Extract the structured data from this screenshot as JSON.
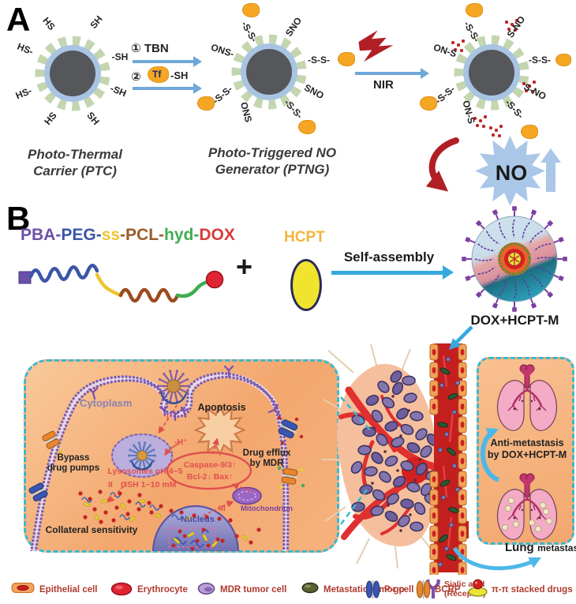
{
  "panel_a": {
    "label": "A",
    "step1": "① TBN",
    "step2_circ": "②",
    "step2_tf": "Tf",
    "step2_sh": "-SH",
    "ptc_caption": [
      "Photo-Thermal",
      "Carrier (PTC)"
    ],
    "ptng_caption": [
      "Photo-Triggered NO",
      "Generator (PTNG)"
    ],
    "nir": "NIR",
    "no": "NO",
    "ptc_ligands": [
      "HS",
      "SH",
      "HS-",
      "-SH",
      "HS-",
      "-SH",
      "HS",
      "SH"
    ],
    "ptng_ligands": [
      "-S-S-",
      "SNO",
      "ONS-",
      "-S-S-",
      "SNO",
      "-S-S-",
      "ONS",
      "-S-S-"
    ],
    "ptng2_ligands": [
      "-S-S-",
      "S-NO",
      "ON-S",
      "-S-S-",
      "S-NO",
      "-S-S-",
      "ON-S",
      "-S-S-"
    ]
  },
  "panel_b": {
    "label": "B",
    "polymer_segments": [
      {
        "text": "PBA-",
        "color": "#6a51a8"
      },
      {
        "text": "PEG-",
        "color": "#3b55a8"
      },
      {
        "text": "ss",
        "color": "#eec431"
      },
      {
        "text": "-PCL-",
        "color": "#9c5a28"
      },
      {
        "text": "hyd-",
        "color": "#3fae4f"
      },
      {
        "text": "DOX",
        "color": "#d93a3a"
      }
    ],
    "plus": "+",
    "hcpt": "HCPT",
    "self_assembly": "Self-assembly",
    "micelle_label": "DOX+HCPT-M"
  },
  "cell": {
    "cytoplasm": "Cytoplasm",
    "bypass": [
      "Bypass",
      "drug pumps"
    ],
    "collateral": "Collateral sensitivity",
    "lysosomes": "Lysosomes pH 4~5",
    "step1": "I",
    "step2": "II",
    "step3": "III",
    "gsh": "GSH 1~10 mM",
    "h_plus": "-H⁺",
    "apoptosis": "Apoptosis",
    "caspase_line1": "Caspase-9/3↑",
    "caspase_line2": "Bcl-2↓  Bax↑",
    "drug_efflux": [
      "Drug efflux",
      "by MDR"
    ],
    "nucleus": "Nucleus",
    "mitochondrion": "Mitochondrion"
  },
  "outcome": {
    "anti": [
      "Anti-metastasis",
      "by DOX+HCPT-M"
    ],
    "lung_bold": "Lung",
    "lung_rest": "metastasis"
  },
  "legend": {
    "items": [
      {
        "label": "Epithelial cell"
      },
      {
        "label": "Erythrocyte"
      },
      {
        "label": "MDR tumor cell"
      },
      {
        "label": "Metastatic tumor cell"
      },
      {
        "label": "Sialic acid",
        "label2": "(Receptor)"
      },
      {
        "label": "P-gp"
      },
      {
        "label": "BCRP"
      },
      {
        "label": "π-π stacked drugs"
      }
    ]
  },
  "colors": {
    "arrow_blue": "#6fa8d8",
    "assembly_blue": "#35a8e0",
    "sky_arrow": "#4db8e8",
    "teal_border": "#3bb8d0",
    "nir_red": "#b01f24",
    "tf_orange": "#f5a623",
    "spike_green": "#c3d6b0",
    "shell_blue": "#a9c4e3",
    "core_gray": "#55575b",
    "cell_bg": "#f3a76e",
    "membrane_purple": "#7e5fa8",
    "legend_text": "#b03a2e",
    "red_label": "#e0504e",
    "no_burst": "#aac7e8",
    "vessel_red": "#c41f1f",
    "lung_pink": "#f4abc6"
  }
}
